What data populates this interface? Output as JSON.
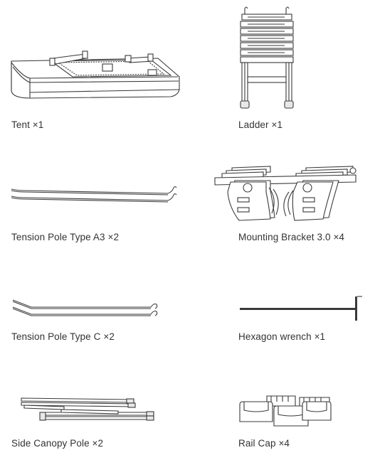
{
  "items": [
    {
      "name": "Tent",
      "qty": "×1"
    },
    {
      "name": "Ladder",
      "qty": "×1"
    },
    {
      "name": "Tension Pole Type A3",
      "qty": "×2"
    },
    {
      "name": "Mounting Bracket 3.0",
      "qty": "×4"
    },
    {
      "name": "Tension Pole Type C",
      "qty": "×2"
    },
    {
      "name": "Hexagon wrench",
      "qty": "×1"
    },
    {
      "name": "Side Canopy Pole",
      "qty": "×2"
    },
    {
      "name": "Rail Cap",
      "qty": "×4"
    }
  ]
}
